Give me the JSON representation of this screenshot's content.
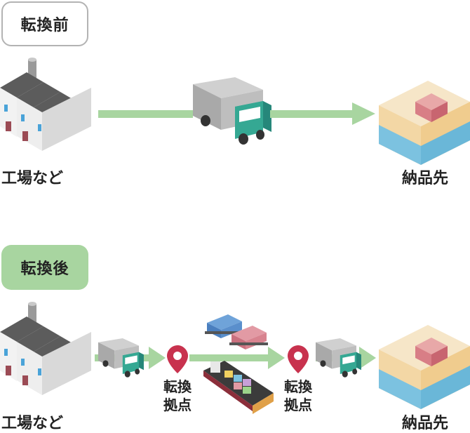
{
  "before": {
    "badge": "転換前",
    "origin_label": "工場など",
    "destination_label": "納品先"
  },
  "after": {
    "badge": "転換後",
    "origin_label": "工場など",
    "hub1_label_line1": "転換",
    "hub1_label_line2": "拠点",
    "hub2_label_line1": "転換",
    "hub2_label_line2": "拠点",
    "destination_label": "納品先"
  },
  "colors": {
    "arrow": "#a8d5a0",
    "truck_cab": "#2e9e8a",
    "pin": "#c8324e",
    "badge_after_bg": "#a8d5a0",
    "badge_before_border": "#b3b3b3"
  }
}
